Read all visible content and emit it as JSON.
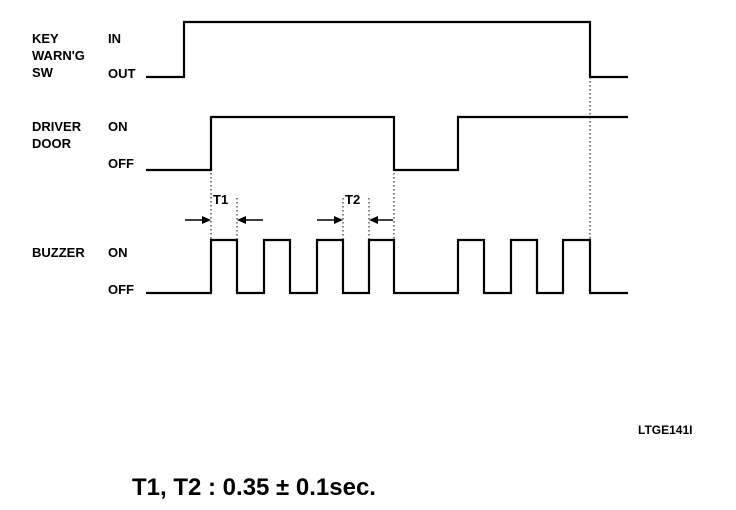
{
  "signals": [
    {
      "id": "key",
      "name_lines": [
        "KEY",
        "WARN'G",
        "SW"
      ],
      "high_label": "IN",
      "low_label": "OUT"
    },
    {
      "id": "door",
      "name_lines": [
        "DRIVER",
        "DOOR"
      ],
      "high_label": "ON",
      "low_label": "OFF"
    },
    {
      "id": "buzzer",
      "name_lines": [
        "BUZZER"
      ],
      "high_label": "ON",
      "low_label": "OFF"
    }
  ],
  "intervals": [
    {
      "label": "T1"
    },
    {
      "label": "T2"
    }
  ],
  "figure_code": "LTGE141I",
  "note": "T1, T2 : 0.35 ± 0.1sec.",
  "colors": {
    "line": "#000000",
    "background": "#ffffff"
  }
}
